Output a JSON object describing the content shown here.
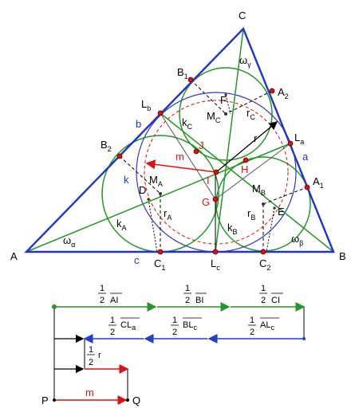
{
  "colors": {
    "triangle": "#2233cc",
    "incircle_blue": "#3333cc",
    "green": "#229922",
    "red": "#dd1111",
    "dashed_red": "#dd2222",
    "blue_arrow": "#1f3fcc",
    "black": "#000000"
  },
  "vertices": {
    "A": "A",
    "B": "B",
    "C": "C"
  },
  "side_letters": {
    "a": "a",
    "b": "b",
    "c": "c"
  },
  "points": {
    "B": "B",
    "B_sub": "1",
    "A": "A",
    "A_sub": "2",
    "L_b": "L",
    "L_b_sub": "b",
    "L_a": "L",
    "L_a_sub": "a",
    "L_c": "L",
    "L_c_sub": "c",
    "B2": "B",
    "B2_sub": "2",
    "A1": "A",
    "A1_sub": "1",
    "C1": "C",
    "C1_sub": "1",
    "C2": "C",
    "C2_sub": "2",
    "F": "F",
    "E": "E",
    "D": "D",
    "M_C": "M",
    "M_C_sub": "C",
    "M_A": "M",
    "M_A_sub": "A",
    "M_B": "M",
    "M_B_sub": "B",
    "r_C": "r",
    "r_C_sub": "C",
    "r_A": "r",
    "r_A_sub": "A",
    "r_B": "r",
    "r_B_sub": "B",
    "k_C": "k",
    "k_C_sub": "C",
    "k_A": "k",
    "k_A_sub": "A",
    "k_B": "k",
    "k_B_sub": "B",
    "k": "k",
    "r": "r",
    "m": "m",
    "J": "J",
    "I": "I",
    "H": "H",
    "G": "G"
  },
  "angles": {
    "omega": "ω",
    "alpha": "α",
    "beta": "β",
    "gamma": "γ"
  },
  "construction": {
    "half": {
      "num": "1",
      "den": "2"
    },
    "row1": [
      "AI",
      "BI",
      "CI"
    ],
    "row2": [
      "CL",
      "BL",
      "AL"
    ],
    "row2_subs": [
      "a",
      "c",
      "c"
    ],
    "row3": "r",
    "row4": "m",
    "P": "P",
    "Q": "Q"
  }
}
